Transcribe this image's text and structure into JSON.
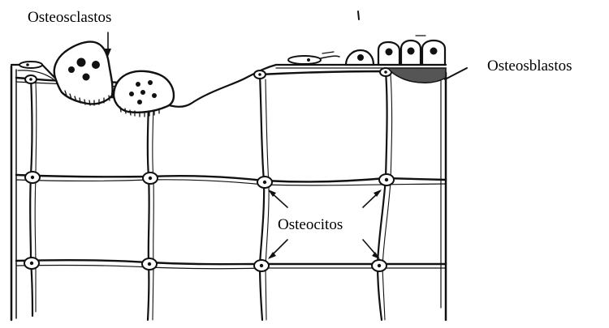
{
  "labels": {
    "osteoclastos": "Osteosclastos",
    "osteoblastos": "Osteosblastos",
    "osteocitos": "Osteocitos"
  },
  "colors": {
    "ink": "#111111",
    "background": "#ffffff",
    "osteoblast_shade": "#555555"
  }
}
